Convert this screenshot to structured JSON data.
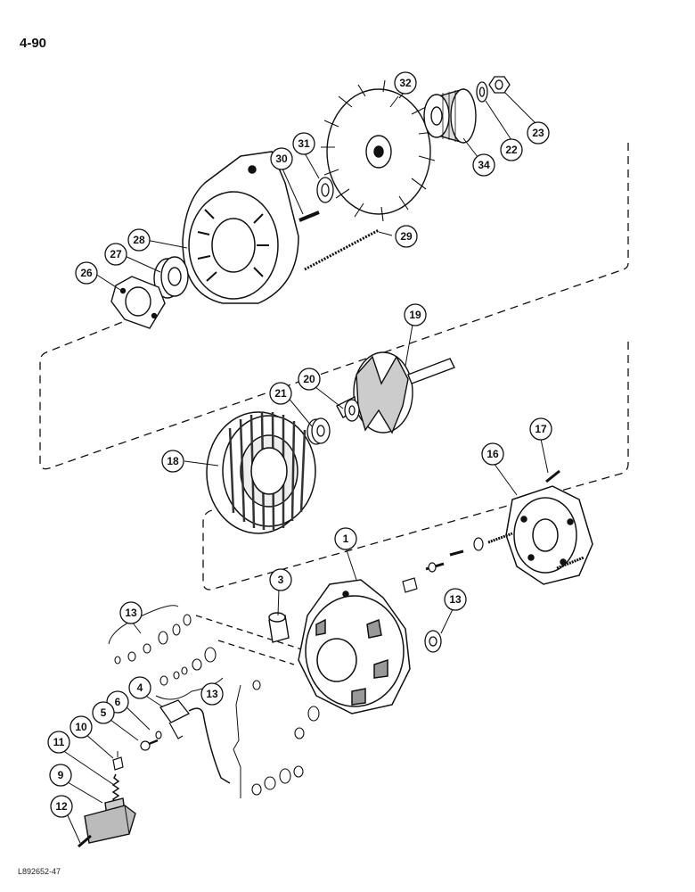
{
  "page_number": "4-90",
  "figure_ref": "L892652-47",
  "callouts": [
    {
      "id": "c32",
      "label": "32"
    },
    {
      "id": "c31",
      "label": "31"
    },
    {
      "id": "c30",
      "label": "30"
    },
    {
      "id": "c34",
      "label": "34"
    },
    {
      "id": "c22",
      "label": "22"
    },
    {
      "id": "c23",
      "label": "23"
    },
    {
      "id": "c28",
      "label": "28"
    },
    {
      "id": "c29",
      "label": "29"
    },
    {
      "id": "c27",
      "label": "27"
    },
    {
      "id": "c26",
      "label": "26"
    },
    {
      "id": "c19",
      "label": "19"
    },
    {
      "id": "c20",
      "label": "20"
    },
    {
      "id": "c21",
      "label": "21"
    },
    {
      "id": "c17",
      "label": "17"
    },
    {
      "id": "c16",
      "label": "16"
    },
    {
      "id": "c18",
      "label": "18"
    },
    {
      "id": "c1",
      "label": "1"
    },
    {
      "id": "c3",
      "label": "3"
    },
    {
      "id": "c13a",
      "label": "13"
    },
    {
      "id": "c13b",
      "label": "13"
    },
    {
      "id": "c13c",
      "label": "13"
    },
    {
      "id": "c4",
      "label": "4"
    },
    {
      "id": "c6",
      "label": "6"
    },
    {
      "id": "c5",
      "label": "5"
    },
    {
      "id": "c10",
      "label": "10"
    },
    {
      "id": "c11",
      "label": "11"
    },
    {
      "id": "c9",
      "label": "9"
    },
    {
      "id": "c12",
      "label": "12"
    }
  ]
}
